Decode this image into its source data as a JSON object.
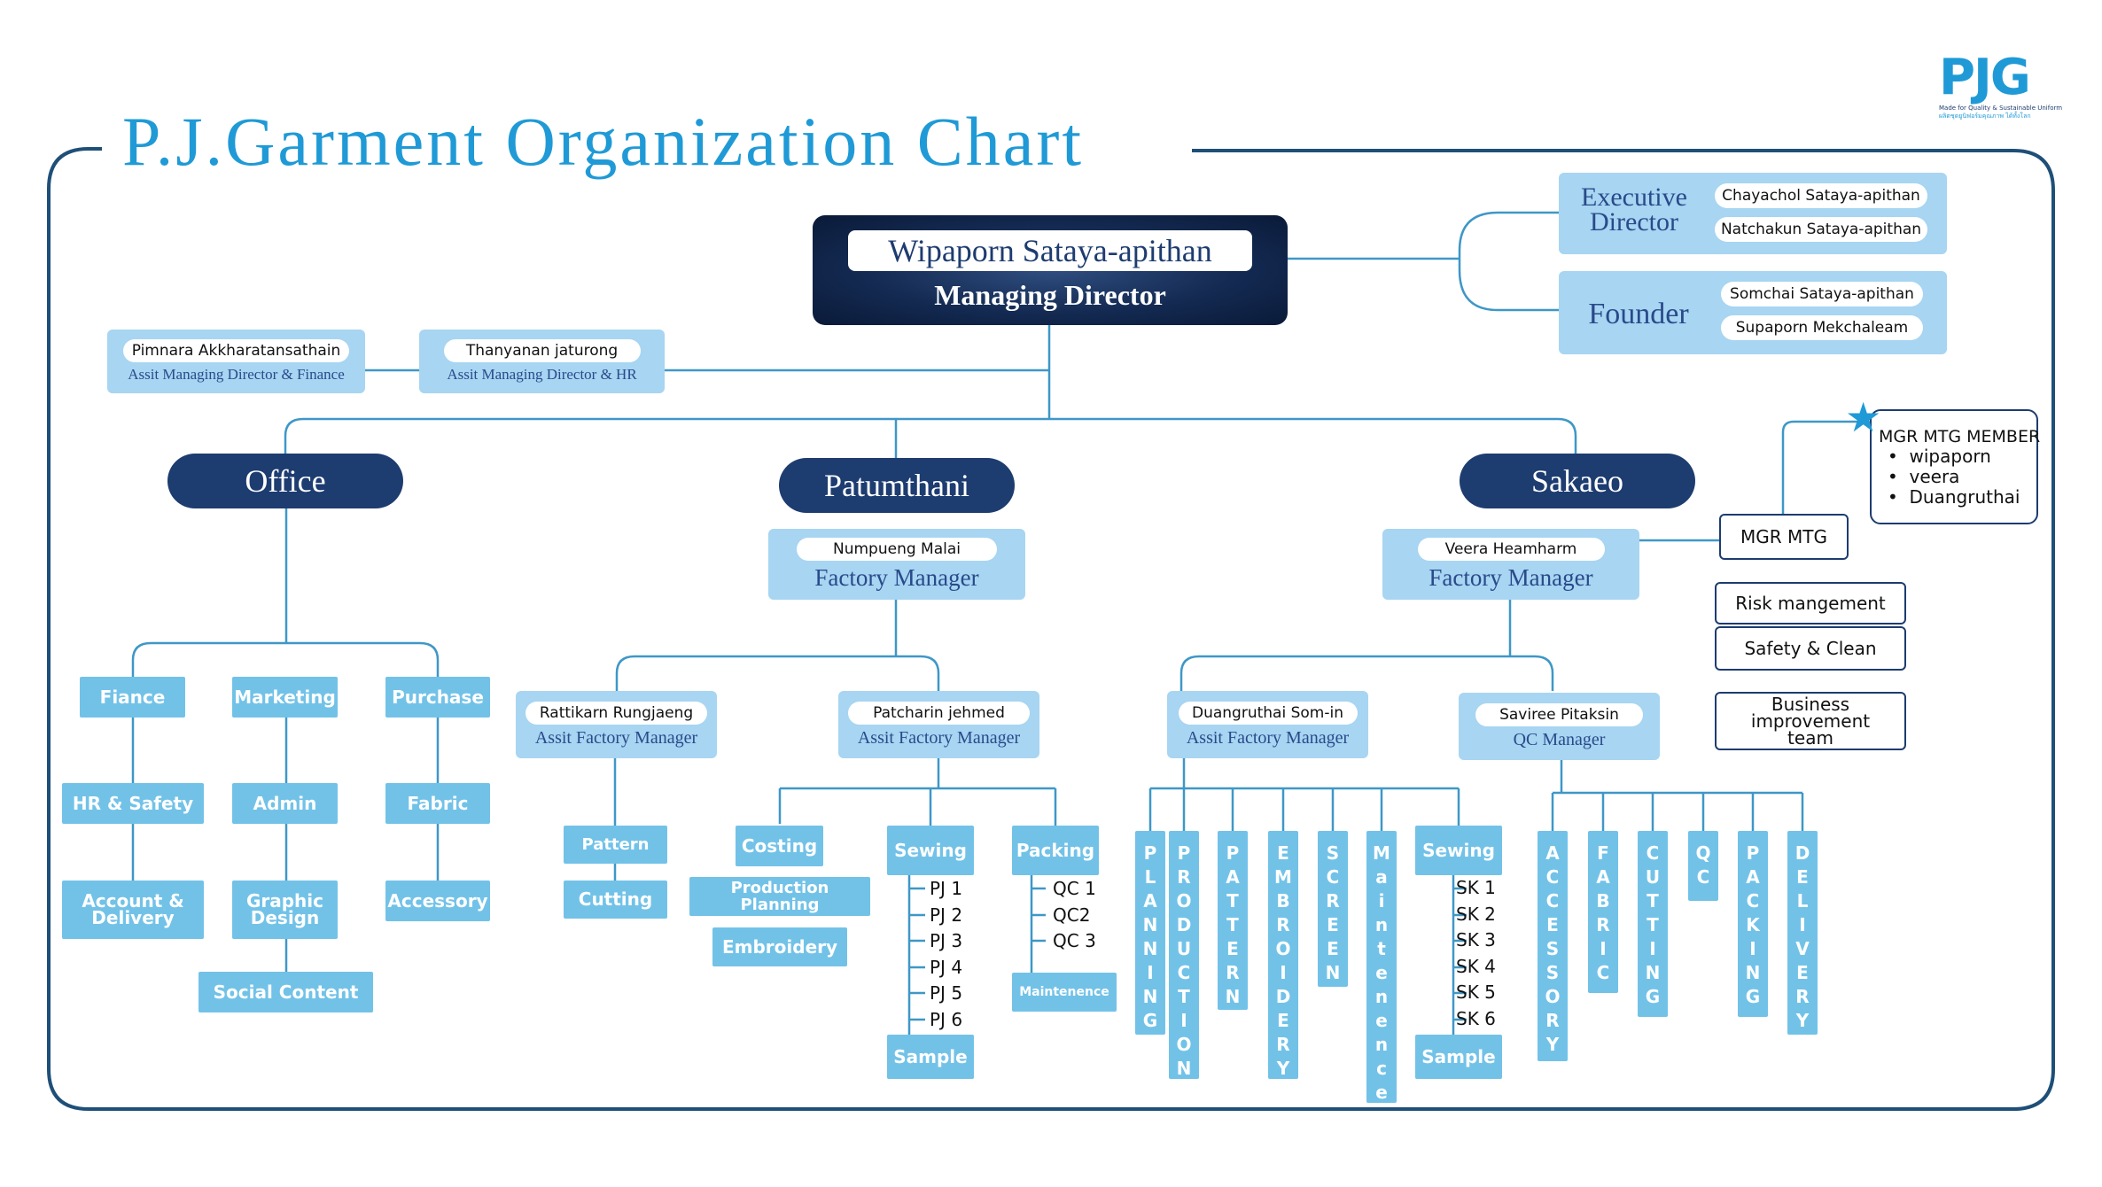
{
  "title": "P.J.Garment Organization Chart",
  "logo": {
    "text": "PJG",
    "tagline": "Made for Quality & Sustainable Uniform",
    "tagline_th": "ผลิตชุดยูนิฟอร์มคุณภาพ ได้ทั้งโลก"
  },
  "md": {
    "name": "Wipaporn Sataya-apithan",
    "role": "Managing Director"
  },
  "exec": {
    "label": "Executive Director",
    "names": [
      "Chayachol Sataya-apithan",
      "Natchakun Sataya-apithan"
    ]
  },
  "founder": {
    "label": "Founder",
    "names": [
      "Somchai Sataya-apithan",
      "Supaporn Mekchaleam"
    ]
  },
  "assist": [
    {
      "name": "Pimnara Akkharatansathain",
      "role": "Assit Managing Director & Finance"
    },
    {
      "name": "Thanyanan jaturong",
      "role": "Assit Managing Director & HR"
    }
  ],
  "branches": [
    "Office",
    "Patumthani",
    "Sakaeo"
  ],
  "office": {
    "depts": [
      "Fiance",
      "Marketing",
      "Purchase",
      "HR & Safety",
      "Admin",
      "Fabric",
      "Account & Delivery",
      "Graphic Design",
      "Accessory",
      "Social Content"
    ]
  },
  "patumthani": {
    "fm": {
      "name": "Numpueng Malai",
      "role": "Factory Manager"
    },
    "afm1": {
      "name": "Rattikarn Rungjaeng",
      "role": "Assit Factory Manager"
    },
    "afm2": {
      "name": "Patcharin jehmed",
      "role": "Assit Factory Manager"
    },
    "pattern": "Pattern",
    "cutting": "Cutting",
    "costing": "Costing",
    "production_planning": "Production Planning",
    "embroidery": "Embroidery",
    "sewing": "Sewing",
    "sewing_lines": [
      "PJ 1",
      "PJ 2",
      "PJ 3",
      "PJ 4",
      "PJ 5",
      "PJ 6"
    ],
    "sample": "Sample",
    "packing": "Packing",
    "qc_lines": [
      "QC 1",
      "QC2",
      "QC 3"
    ],
    "maintenance": "Maintenence"
  },
  "sakaeo": {
    "fm": {
      "name": "Veera Heamharm",
      "role": "Factory Manager"
    },
    "afm": {
      "name": "Duangruthai Som-in",
      "role": "Assit Factory Manager"
    },
    "qcm": {
      "name": "Saviree Pitaksin",
      "role": "QC Manager"
    },
    "verticals": [
      "PLANNING",
      "PRODUCTION",
      "PATTERN",
      "EMBROIDERY",
      "SCREEN",
      "Maintenence",
      "ACCESSORY",
      "FABRIC",
      "CUTTING",
      "QC",
      "PACKING",
      "DELIVERY"
    ],
    "sewing": "Sewing",
    "sewing_lines": [
      "SK 1",
      "SK 2",
      "SK 3",
      "SK 4",
      "SK 5",
      "SK 6"
    ],
    "sample": "Sample"
  },
  "mgr": {
    "title": "MGR MTG MEMBER",
    "members": [
      "wipaporn",
      "veera",
      "Duangruthai"
    ],
    "mtg": "MGR MTG",
    "teams": [
      "Risk mangement",
      "Safety & Clean",
      "Business improvement team"
    ]
  },
  "colors": {
    "title": "#1f9ad6",
    "navy": "#1d3c70",
    "light_box": "#a7d5f2",
    "dept_box": "#72c2e8",
    "line": "#3f97c7",
    "frame": "#1e4f78"
  }
}
